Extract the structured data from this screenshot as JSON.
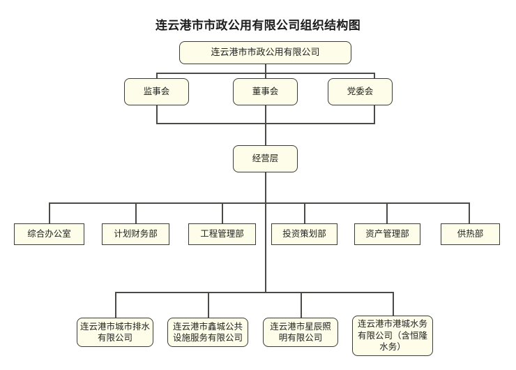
{
  "chart_data": {
    "type": "diagram",
    "diagram_kind": "organizational-chart",
    "title": "连云港市市政公用有限公司组织结构图",
    "orientation": "top-down",
    "colors": {
      "node_fill": "#fdfde9",
      "node_border": "#3b3b38",
      "connector": "#4a4a46",
      "background": "#ffffff",
      "text": "#222220"
    },
    "levels": [
      {
        "level": 1,
        "name": "company",
        "nodes": [
          "连云港市市政公用有限公司"
        ]
      },
      {
        "level": 2,
        "name": "governance",
        "nodes": [
          "监事会",
          "董事会",
          "党委会"
        ]
      },
      {
        "level": 3,
        "name": "management",
        "nodes": [
          "经营层"
        ]
      },
      {
        "level": 4,
        "name": "departments",
        "nodes": [
          "综合办公室",
          "计划财务部",
          "工程管理部",
          "投资策划部",
          "资产管理部",
          "供热部"
        ]
      },
      {
        "level": 5,
        "name": "subsidiaries",
        "nodes": [
          "连云港市城市排水有限公司",
          "连云港市鑫城公共设施服务有限公司",
          "连云港市星辰照明有限公司",
          "连云港市港城水务有限公司（含恒隆水务）"
        ]
      }
    ],
    "edges": [
      {
        "from": "连云港市市政公用有限公司",
        "to": "监事会"
      },
      {
        "from": "连云港市市政公用有限公司",
        "to": "董事会"
      },
      {
        "from": "连云港市市政公用有限公司",
        "to": "党委会"
      },
      {
        "from": "监事会",
        "to": "经营层"
      },
      {
        "from": "董事会",
        "to": "经营层"
      },
      {
        "from": "党委会",
        "to": "经营层"
      },
      {
        "from": "经营层",
        "to": "综合办公室"
      },
      {
        "from": "经营层",
        "to": "计划财务部"
      },
      {
        "from": "经营层",
        "to": "工程管理部"
      },
      {
        "from": "经营层",
        "to": "投资策划部"
      },
      {
        "from": "经营层",
        "to": "资产管理部"
      },
      {
        "from": "经营层",
        "to": "供热部"
      },
      {
        "from": "经营层",
        "to": "连云港市城市排水有限公司"
      },
      {
        "from": "经营层",
        "to": "连云港市鑫城公共设施服务有限公司"
      },
      {
        "from": "经营层",
        "to": "连云港市星辰照明有限公司"
      },
      {
        "from": "经营层",
        "to": "连云港市港城水务有限公司（含恒隆水务）"
      }
    ]
  },
  "chart": {
    "title": "连云港市市政公用有限公司组织结构图",
    "root": {
      "label": "连云港市市政公用有限公司"
    },
    "governance": {
      "supervisory": {
        "label": "监事会"
      },
      "directors": {
        "label": "董事会"
      },
      "party": {
        "label": "党委会"
      }
    },
    "management": {
      "label": "经营层"
    },
    "departments": [
      {
        "label": "综合办公室"
      },
      {
        "label": "计划财务部"
      },
      {
        "label": "工程管理部"
      },
      {
        "label": "投资策划部"
      },
      {
        "label": "资产管理部"
      },
      {
        "label": "供热部"
      }
    ],
    "subsidiaries": [
      {
        "label": "连云港市城市排水有限公司"
      },
      {
        "label": "连云港市鑫城公共设施服务有限公司"
      },
      {
        "label": "连云港市星辰照明有限公司"
      },
      {
        "label": "连云港市港城水务有限公司（含恒隆水务）"
      }
    ]
  }
}
